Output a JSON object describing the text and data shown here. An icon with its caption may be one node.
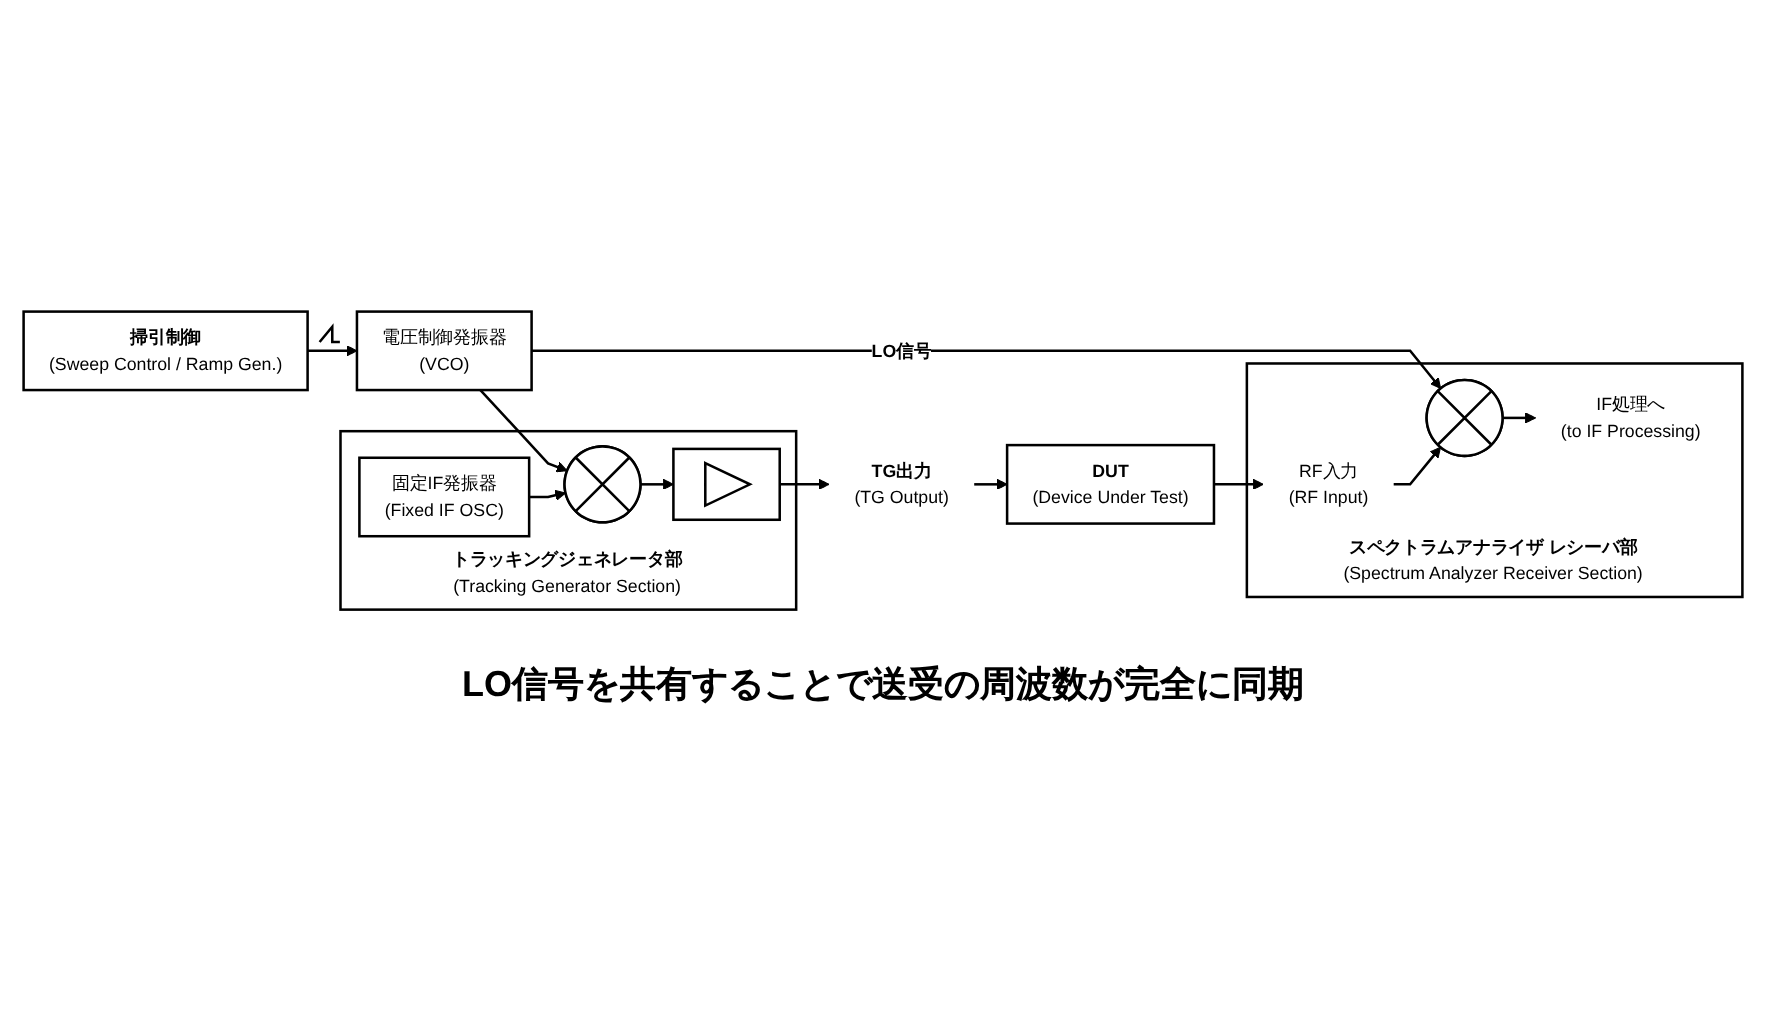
{
  "diagram": {
    "nodes": [
      {
        "text": [
          "スペクトラムアナライザ レシーバ部",
          "(Spectrum Analyzer Receiver Section)"
        ]
      },
      {
        "text": [
          "RF入力",
          "(RF Input)"
        ],
        "in": 0
      },
      {
        "text": [],
        "shape": "circle",
        "in": 0
      },
      {
        "text": [
          "IF処理へ",
          "(to IF Processing)"
        ],
        "in": 0
      },
      {
        "text": [
          "掃引制御",
          "(Sweep Control / Ramp Gen.)"
        ]
      },
      {
        "text": [
          "電圧制御発振器",
          "(VCO)"
        ]
      },
      {
        "text": [
          "DUT",
          "(Device Under Test)"
        ]
      },
      {
        "text": [
          "トラッキングジェネレータ部",
          "(Tracking Generator Section)"
        ]
      },
      {
        "text": [
          "固定IF発振器",
          "(Fixed IF OSC)"
        ],
        "in": 7
      },
      {
        "text": [],
        "shape": "circle",
        "in": 7
      },
      {
        "text": [],
        "shape": "box",
        "in": 7
      },
      {
        "text": [
          "TG出力",
          "(TG Output)"
        ]
      }
    ],
    "edges": [
      {
        "from": 4,
        "to": 5,
        "arrow": "to"
      },
      {
        "from": 5,
        "to": 2,
        "arrow": "to",
        "label": "LO信号"
      },
      {
        "from": 5,
        "to": 9,
        "arrow": "to"
      },
      {
        "from": 1,
        "to": 2,
        "arrow": "to"
      },
      {
        "from": 2,
        "to": 3,
        "arrow": "to"
      },
      {
        "from": 8,
        "to": 9,
        "arrow": "to"
      },
      {
        "from": 9,
        "to": 10,
        "arrow": "to"
      },
      {
        "from": 10,
        "to": 11,
        "arrow": "to"
      },
      {
        "from": 11,
        "to": 6,
        "arrow": "to"
      },
      {
        "from": 6,
        "to": 1,
        "arrow": "to"
      }
    ],
    "labels": [
      "LO信号を共有することで送受の周波数が完全に同期"
    ]
  }
}
